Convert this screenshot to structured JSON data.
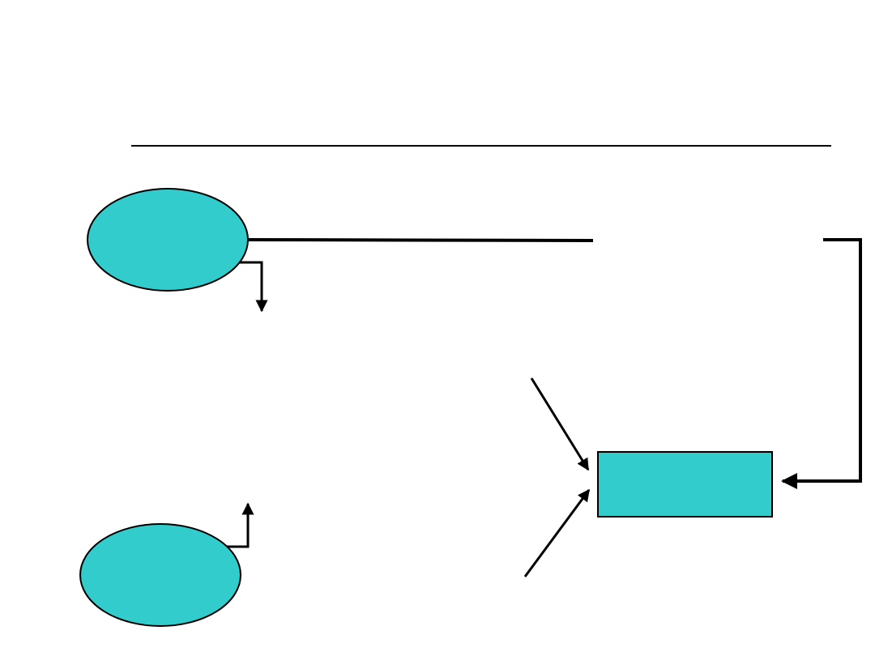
{
  "colors": {
    "background": "#ffffff",
    "shape_fill": "#33cccc",
    "stroke": "#000000"
  },
  "nodes": [
    {
      "id": "top-ellipse",
      "shape": "ellipse",
      "label": ""
    },
    {
      "id": "bottom-ellipse",
      "shape": "ellipse",
      "label": ""
    },
    {
      "id": "right-box",
      "shape": "rectangle",
      "label": ""
    }
  ],
  "connectors": [
    {
      "id": "top-ellipse-to-right-box",
      "from": "top-ellipse",
      "to": "right-box",
      "arrow": "end"
    },
    {
      "id": "top-ellipse-down-arrow",
      "from": "top-ellipse",
      "to": "",
      "arrow": "end"
    },
    {
      "id": "bottom-ellipse-up-arrow",
      "from": "bottom-ellipse",
      "to": "",
      "arrow": "end"
    },
    {
      "id": "upper-diagonal-arrow",
      "from": "",
      "to": "right-box",
      "arrow": "end"
    },
    {
      "id": "lower-diagonal-arrow",
      "from": "",
      "to": "right-box",
      "arrow": "end"
    }
  ]
}
